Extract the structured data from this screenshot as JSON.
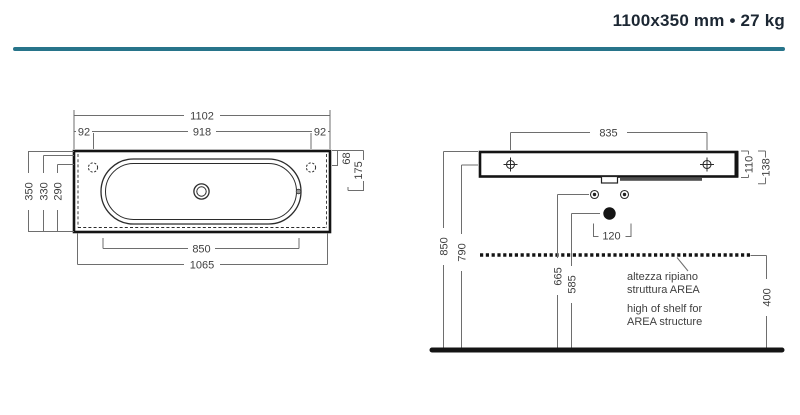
{
  "header": {
    "title": "1100x350 mm • 27 kg"
  },
  "accent_color": "#27748a",
  "top_view": {
    "width_total": "1102",
    "tap_left_offset": "92",
    "tap_span": "918",
    "tap_right_offset": "92",
    "depth_total": "350",
    "depth_inner": "330",
    "depth_basin": "290",
    "tap_from_back": "68",
    "drain_from_back": "175",
    "basin_width": "850",
    "base_width": "1065"
  },
  "front_view": {
    "fixing_span": "835",
    "height_front": "110",
    "height_with_apron": "138",
    "top_height": "850",
    "fixing_height": "790",
    "supply_height": "665",
    "drain_height": "585",
    "drain_spacing": "120",
    "shelf_height": "400",
    "shelf_note_it": [
      "altezza ripiano",
      "struttura AREA"
    ],
    "shelf_note_en": [
      "high of shelf for",
      "AREA structure"
    ]
  }
}
